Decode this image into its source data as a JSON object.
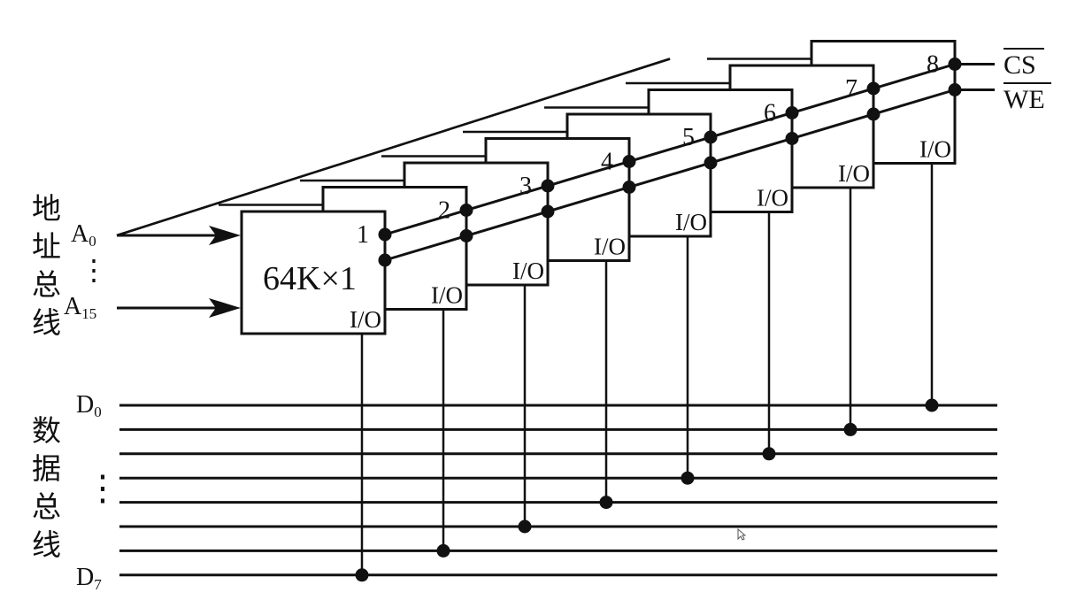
{
  "diagram": {
    "chip_numbers": [
      "1",
      "2",
      "3",
      "4",
      "5",
      "6",
      "7",
      "8"
    ],
    "chip_capacity_label": "64K×1",
    "io_label": "I/O",
    "address_bus": {
      "caption_chars": [
        "地",
        "址",
        "总",
        "线"
      ],
      "first_line_base": "A",
      "first_line_sub": "0",
      "last_line_base": "A",
      "last_line_sub": "15",
      "ellipsis": "⋮"
    },
    "data_bus": {
      "caption_chars": [
        "数",
        "据",
        "总",
        "线"
      ],
      "first_line_base": "D",
      "first_line_sub": "0",
      "last_line_base": "D",
      "last_line_sub": "7",
      "line_count": 8,
      "ellipsis": "⋮"
    },
    "control_signals": {
      "chip_select": "CS",
      "write_enable": "WE",
      "active_low": true
    },
    "cursor_icon": "arrow-cursor-icon"
  }
}
